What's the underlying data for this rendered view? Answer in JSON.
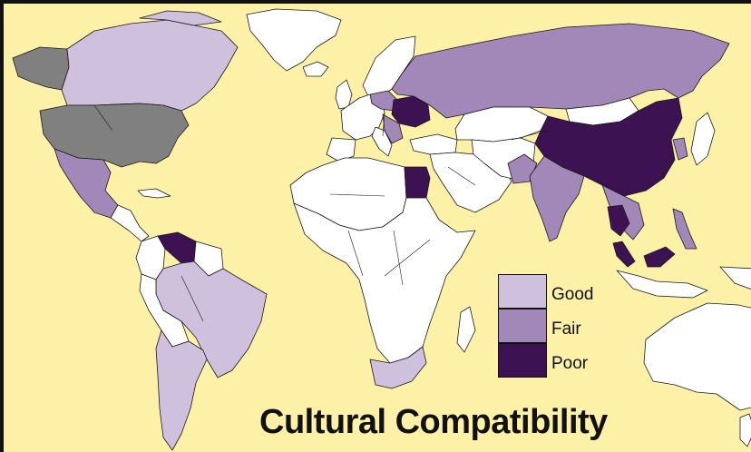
{
  "map": {
    "title": "Cultural Compatibility",
    "legend": [
      {
        "label": "Good",
        "color": "#cfc0dd"
      },
      {
        "label": "Fair",
        "color": "#a188b9"
      },
      {
        "label": "Poor",
        "color": "#3d1252"
      }
    ],
    "colors": {
      "ocean": "#fdf1a8",
      "neutral_land": "#ffffff",
      "unrated_land": "#808080",
      "good": "#cfc0dd",
      "fair": "#a188b9",
      "poor": "#3d1252"
    }
  }
}
